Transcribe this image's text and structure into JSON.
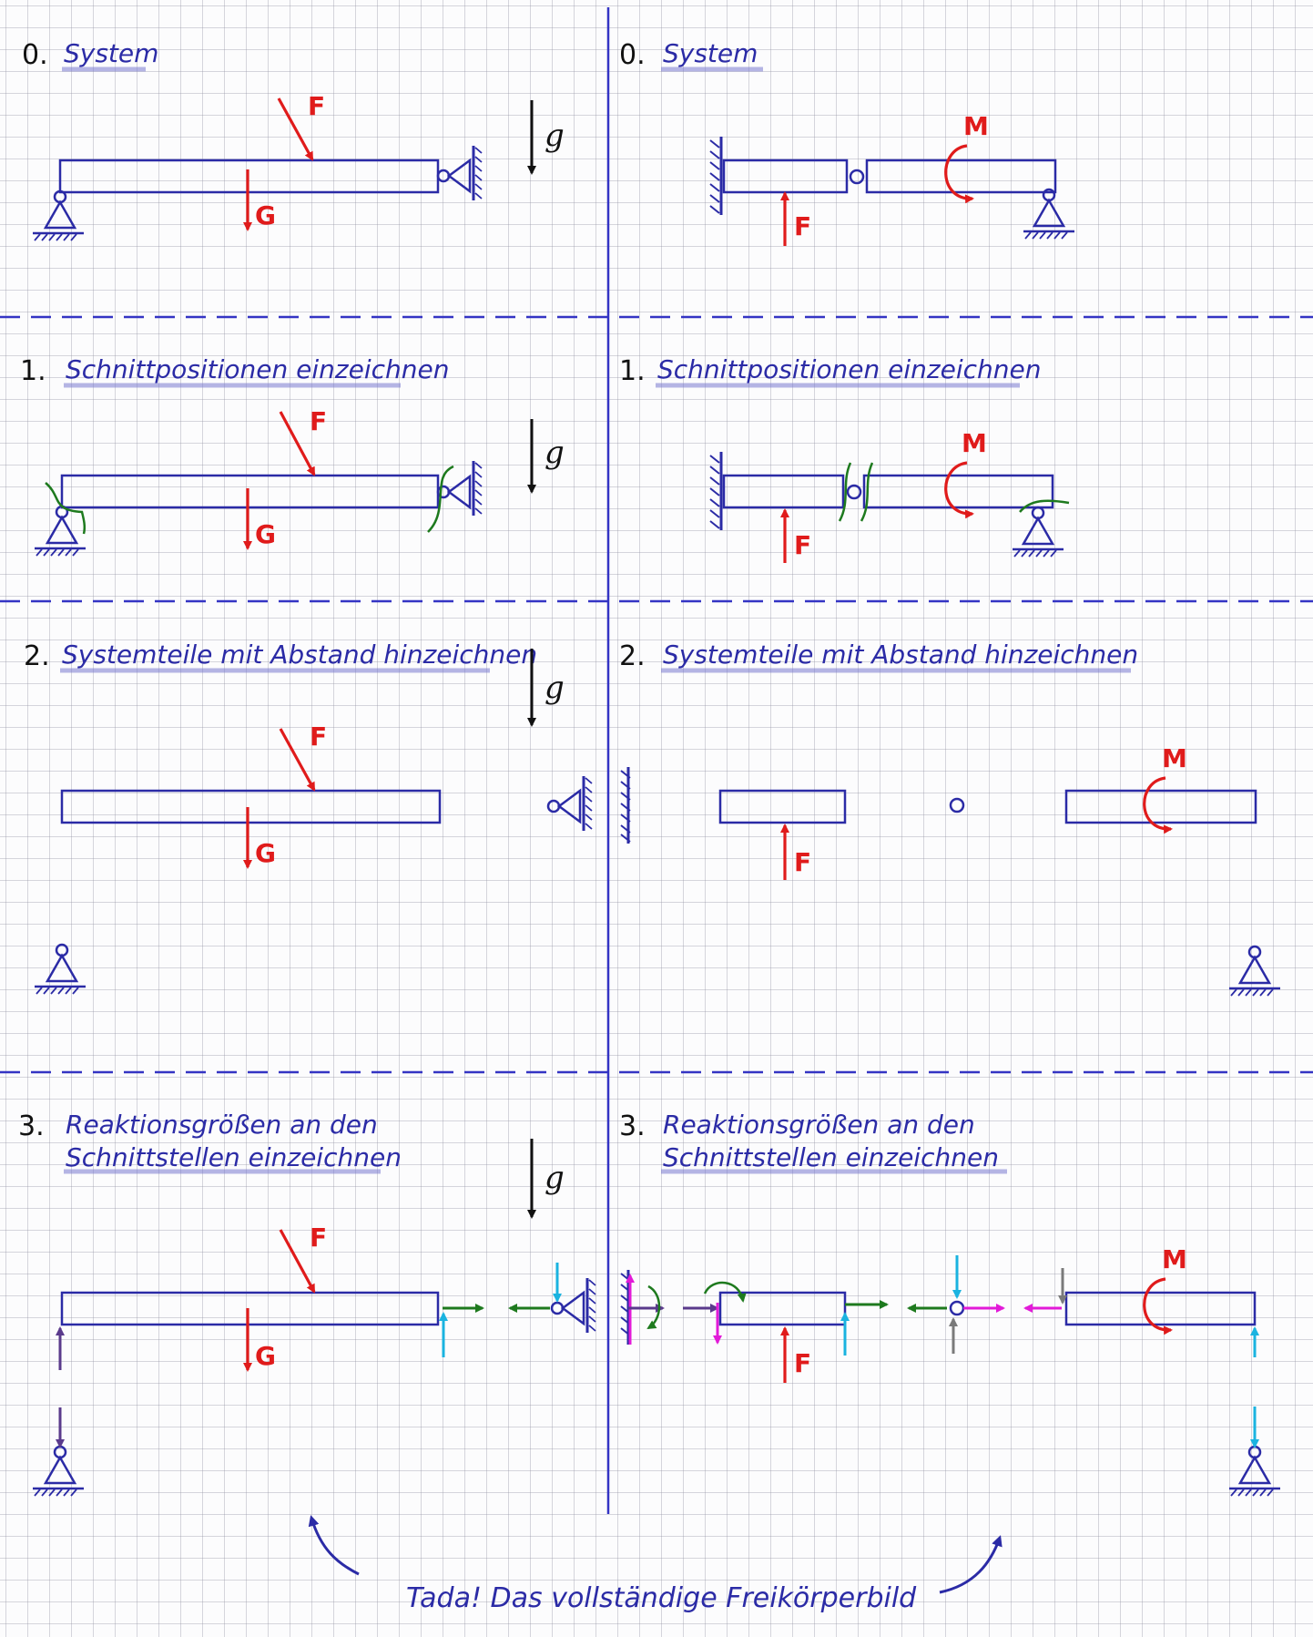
{
  "colors": {
    "ink": "#2b2ba6",
    "force": "#e01b1b",
    "cut": "#1e7a1e",
    "cyan": "#1ab3e0",
    "magenta": "#e21ad8",
    "purple": "#5a3a8c",
    "gray": "#7a7a7a",
    "grid": "#b4b4c0"
  },
  "left": {
    "step0": {
      "num": "0.",
      "title": "System"
    },
    "step1": {
      "num": "1.",
      "title": "Schnittpositionen einzeichnen"
    },
    "step2": {
      "num": "2.",
      "title": "Systemteile mit Abstand hinzeichnen"
    },
    "step3": {
      "num": "3.",
      "title_line1": "Reaktionsgrößen an den",
      "title_line2": "Schnittstellen einzeichnen"
    }
  },
  "right": {
    "step0": {
      "num": "0.",
      "title": "System"
    },
    "step1": {
      "num": "1.",
      "title": "Schnittpositionen einzeichnen"
    },
    "step2": {
      "num": "2.",
      "title": "Systemteile mit Abstand hinzeichnen"
    },
    "step3": {
      "num": "3.",
      "title_line1": "Reaktionsgrößen an den",
      "title_line2": "Schnittstellen einzeichnen"
    }
  },
  "labels": {
    "force": "F",
    "weight": "G",
    "gravity": "g",
    "moment": "M"
  },
  "footer": "Tada! Das vollständige Freikörperbild"
}
